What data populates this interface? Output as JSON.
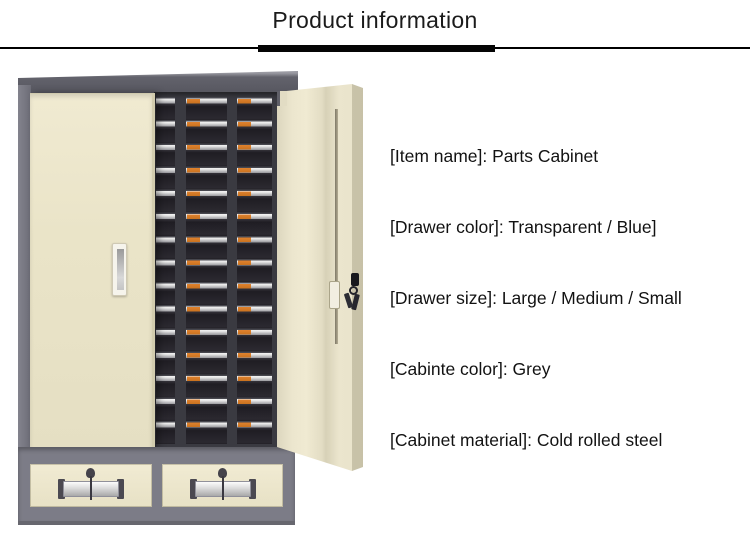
{
  "title": "Product information",
  "specs": [
    "[Item name]: Parts Cabinet",
    "[Drawer color]: Transparent / Blue]",
    "[Drawer size]: Large / Medium / Small",
    "[Cabinte color]: Grey",
    "[Cabinet material]: Cold rolled steel"
  ],
  "cabinet": {
    "drawer_rows": 15,
    "drawer_columns": 3,
    "bottom_drawers": 2
  },
  "colors": {
    "cabinet_grey": "#7c7c87",
    "door_cream": "#ebe5c9",
    "drawer_label_orange": "#e0822e",
    "divider_black": "#050505"
  }
}
